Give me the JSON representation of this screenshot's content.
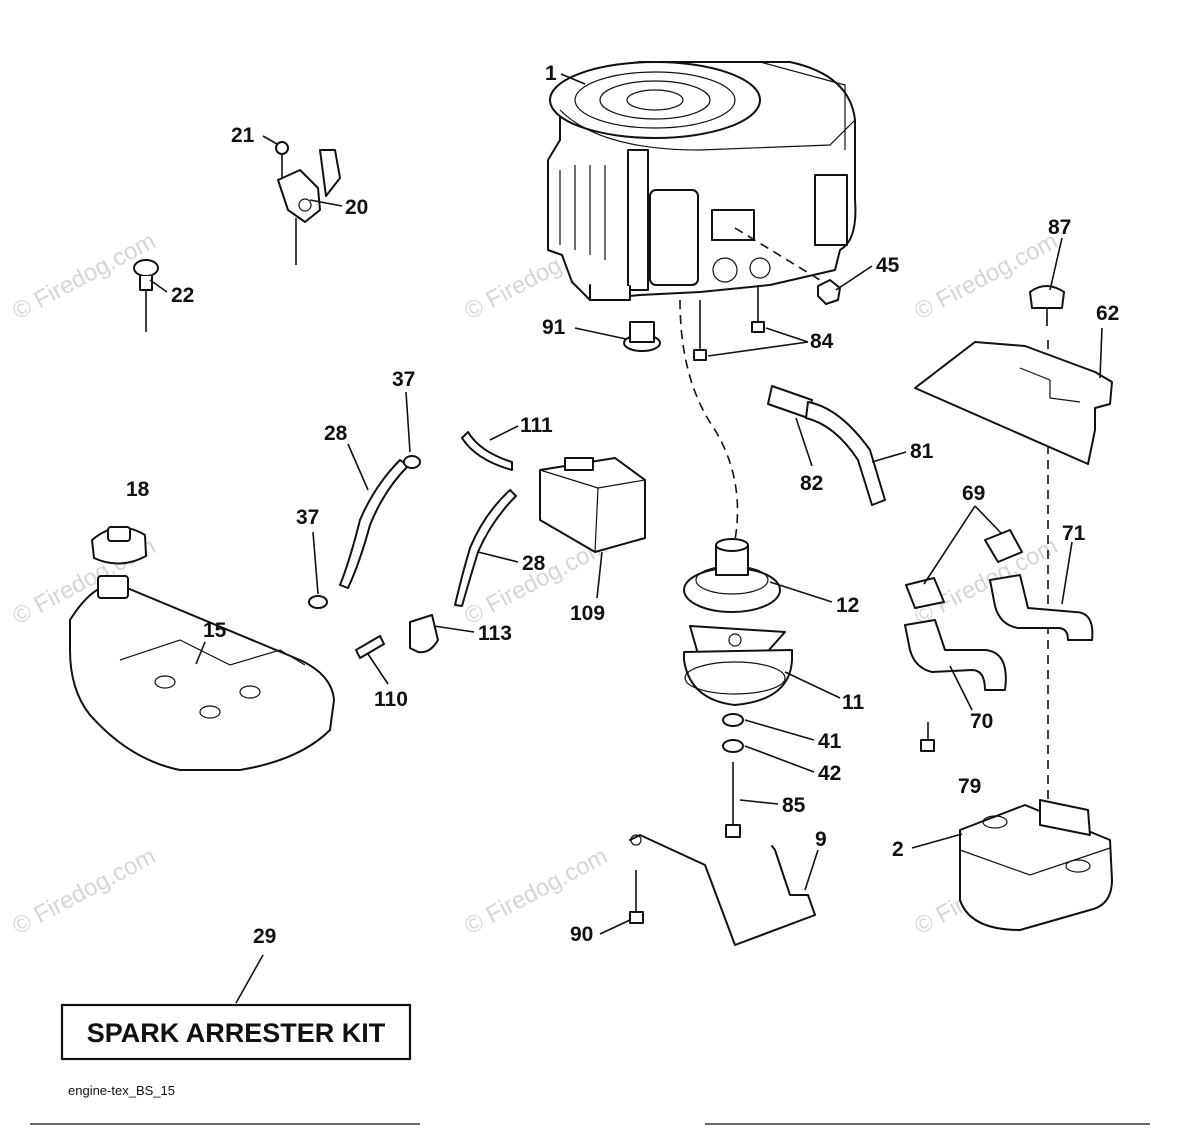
{
  "watermark": "© Firedog.com",
  "footer_code": "engine-tex_BS_15",
  "kit_box_label": "SPARK ARRESTER KIT",
  "callouts": [
    {
      "id": "c1",
      "text": "1"
    },
    {
      "id": "c21",
      "text": "21"
    },
    {
      "id": "c20",
      "text": "20"
    },
    {
      "id": "c22",
      "text": "22"
    },
    {
      "id": "c45",
      "text": "45"
    },
    {
      "id": "c87",
      "text": "87"
    },
    {
      "id": "c62",
      "text": "62"
    },
    {
      "id": "c91",
      "text": "91"
    },
    {
      "id": "c84",
      "text": "84"
    },
    {
      "id": "c37a",
      "text": "37"
    },
    {
      "id": "c28a",
      "text": "28"
    },
    {
      "id": "c111",
      "text": "111"
    },
    {
      "id": "c81",
      "text": "81"
    },
    {
      "id": "c82",
      "text": "82"
    },
    {
      "id": "c18",
      "text": "18"
    },
    {
      "id": "c37b",
      "text": "37"
    },
    {
      "id": "c28b",
      "text": "28"
    },
    {
      "id": "c109",
      "text": "109"
    },
    {
      "id": "c69",
      "text": "69"
    },
    {
      "id": "c71",
      "text": "71"
    },
    {
      "id": "c12",
      "text": "12"
    },
    {
      "id": "c15",
      "text": "15"
    },
    {
      "id": "c113",
      "text": "113"
    },
    {
      "id": "c110",
      "text": "110"
    },
    {
      "id": "c11",
      "text": "11"
    },
    {
      "id": "c70",
      "text": "70"
    },
    {
      "id": "c41",
      "text": "41"
    },
    {
      "id": "c42",
      "text": "42"
    },
    {
      "id": "c79",
      "text": "79"
    },
    {
      "id": "c85",
      "text": "85"
    },
    {
      "id": "c9",
      "text": "9"
    },
    {
      "id": "c2",
      "text": "2"
    },
    {
      "id": "c29",
      "text": "29"
    },
    {
      "id": "c90",
      "text": "90"
    }
  ]
}
